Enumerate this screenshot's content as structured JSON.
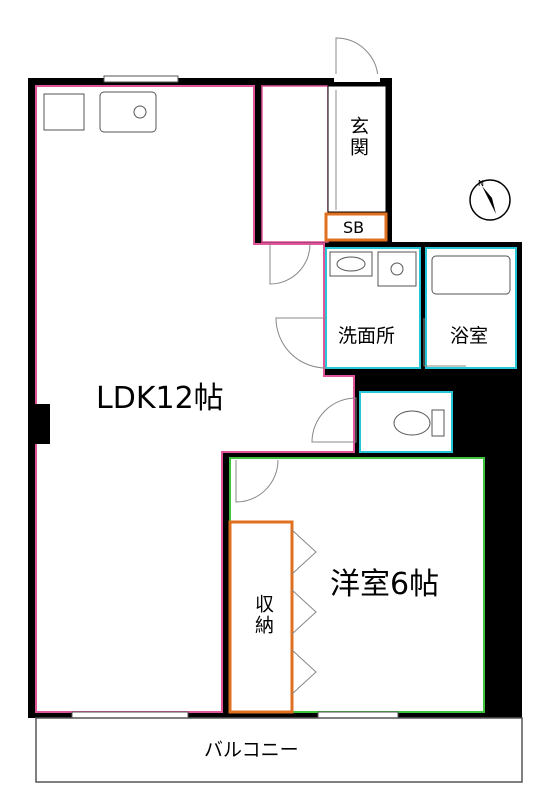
{
  "rooms": {
    "ldk": "LDK12帖",
    "western": "洋室6帖",
    "entrance": "玄関",
    "shoe_box": "SB",
    "washroom": "洗面所",
    "bathroom": "浴室",
    "storage": "収納",
    "balcony": "バルコニー"
  },
  "compass": {
    "icon": "north-arrow-icon"
  },
  "colors": {
    "wall": "#000000",
    "ldk_outline": "#e0559a",
    "western_outline": "#3cc43c",
    "wet_outline": "#25c7d6",
    "storage_outline": "#e07020"
  }
}
